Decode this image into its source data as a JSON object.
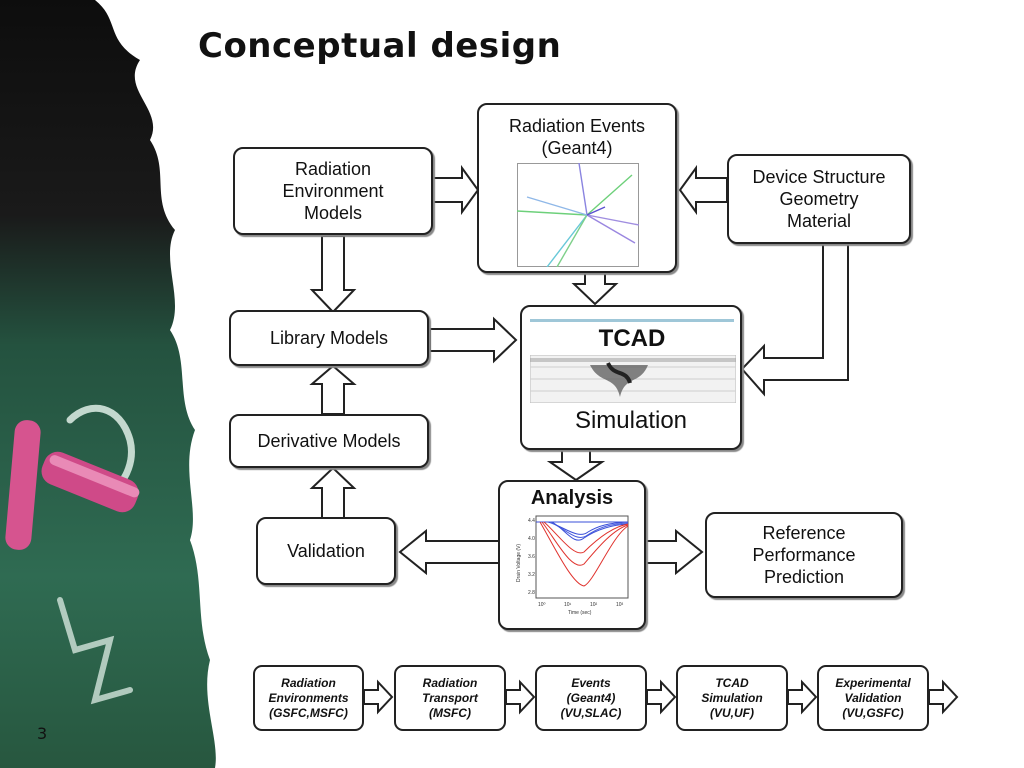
{
  "slide": {
    "title": "Conceptual design",
    "number": "3"
  },
  "diagram": {
    "nodes": {
      "radiation_env_models": "Radiation\nEnvironment\nModels",
      "radiation_events": "Radiation Events\n(Geant4)",
      "device_structure": "Device Structure\nGeometry\nMaterial",
      "library_models": "Library Models",
      "tcad_title": "TCAD",
      "tcad_subtitle": "Simulation",
      "derivative_models": "Derivative Models",
      "analysis": "Analysis",
      "validation": "Validation",
      "reference": "Reference\nPerformance\nPrediction"
    },
    "analysis_plot": {
      "ylabel": "Drain Voltage (V)",
      "xlabel": "Time (sec)",
      "yticks": [
        "4.4",
        "4.0",
        "3.6",
        "3.2",
        "2.8"
      ],
      "xticks": [
        "10⁰",
        "10¹",
        "10²",
        "10³"
      ]
    },
    "pipeline": [
      "Radiation\nEnvironments\n(GSFC,MSFC)",
      "Radiation\nTransport\n(MSFC)",
      "Events\n(Geant4)\n(VU,SLAC)",
      "TCAD\nSimulation\n(VU,UF)",
      "Experimental\nValidation\n(VU,GSFC)"
    ]
  },
  "colors": {
    "chalkboard": "#2f6b52",
    "chalk_pink": "#d6548f",
    "trace_red": "#e0322d",
    "trace_blue": "#3a4fd8"
  }
}
